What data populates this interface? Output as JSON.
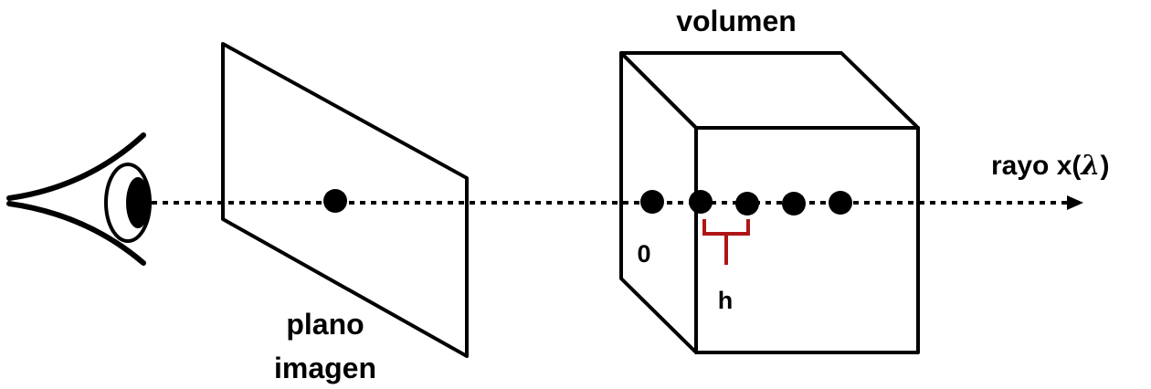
{
  "labels": {
    "volume": "volumen",
    "image_plane_line1": "plano",
    "image_plane_line2": "imagen",
    "ray_prefix": "rayo x(",
    "ray_param": "λ",
    "ray_suffix": ")",
    "origin": "0",
    "step": "h"
  },
  "colors": {
    "ink": "#000000",
    "step_bracket": "#b01515",
    "background": "#ffffff"
  },
  "icons": {
    "viewer": "eye-icon"
  },
  "sample_point_count": 5
}
